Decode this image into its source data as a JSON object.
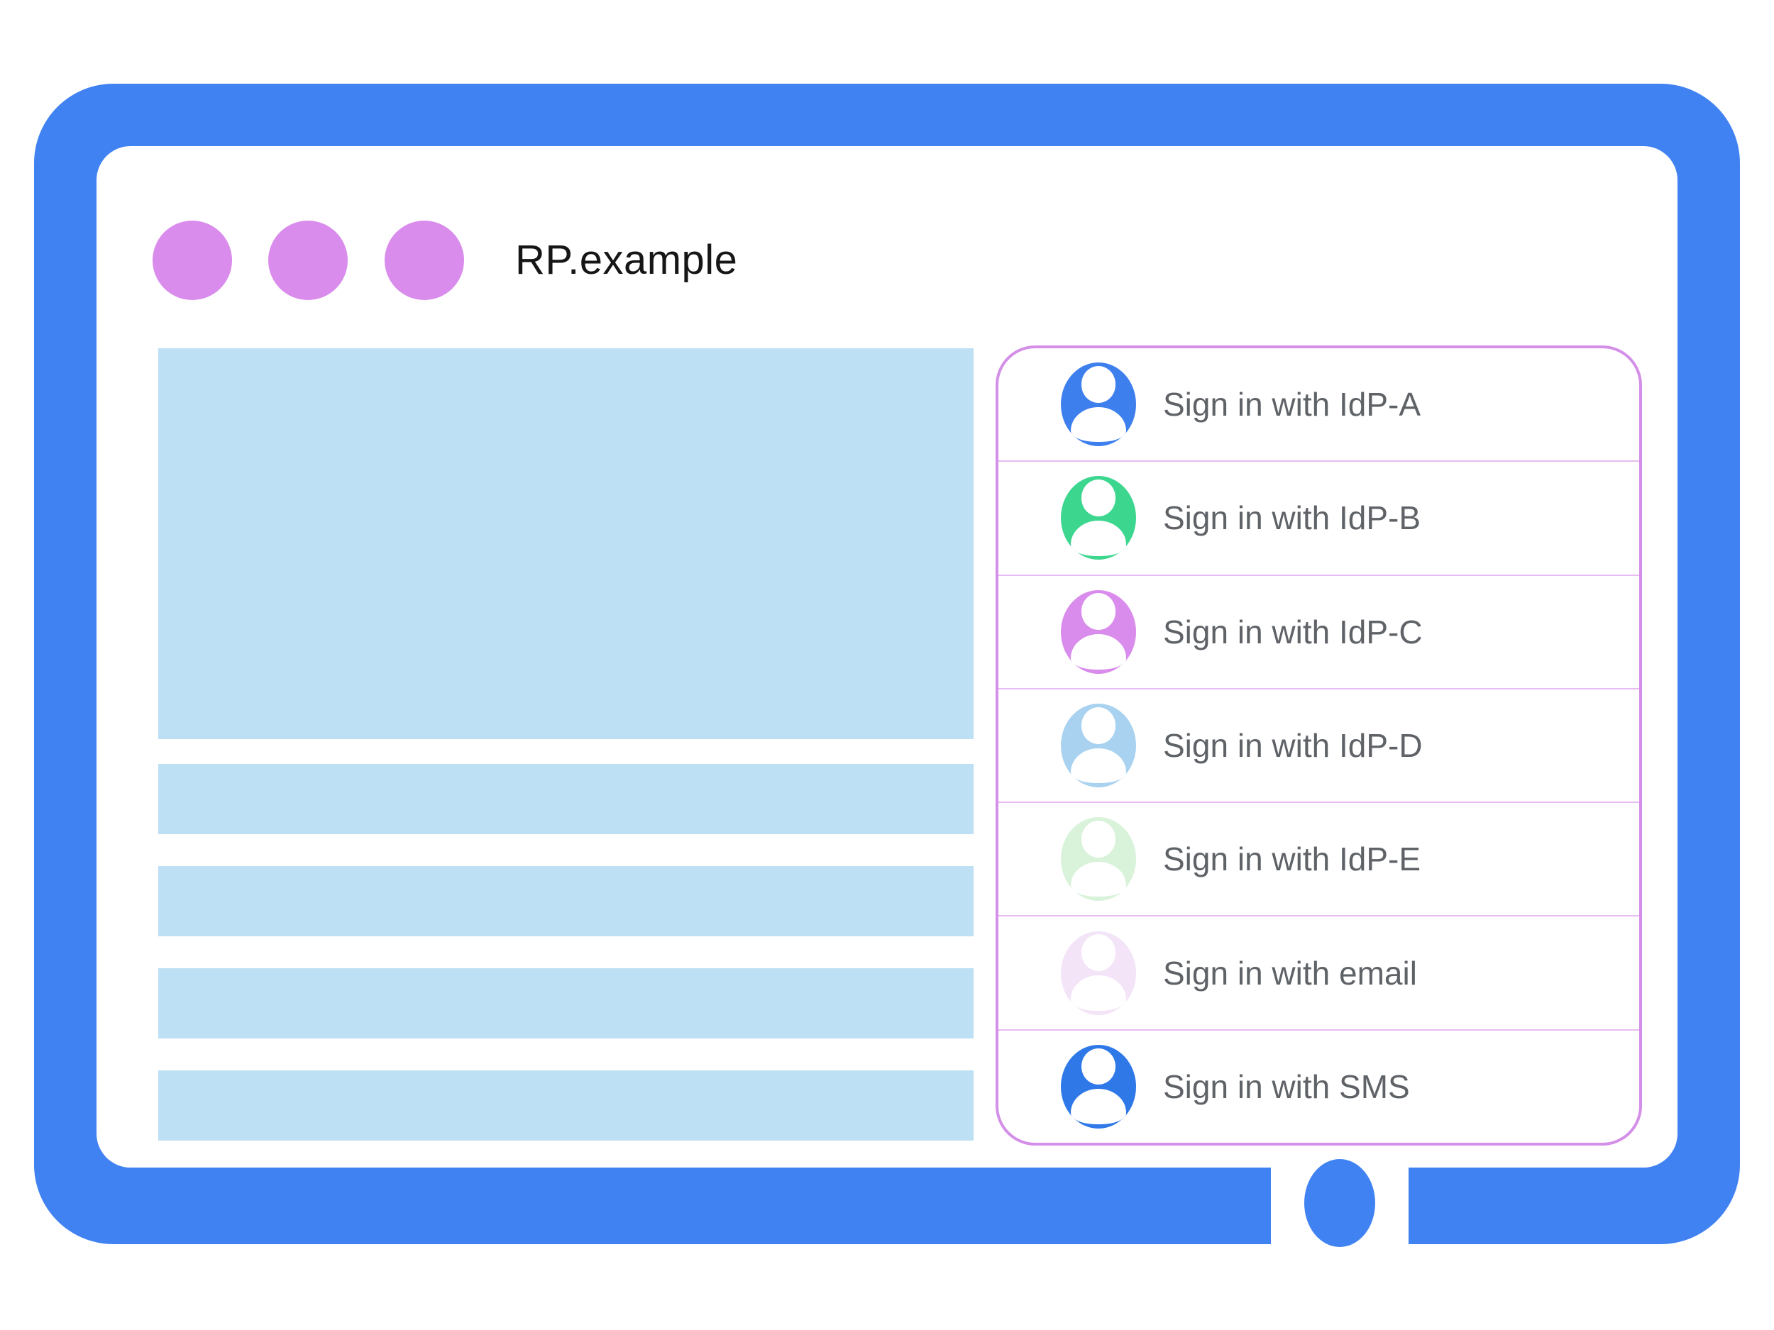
{
  "window": {
    "title": "RP.example",
    "frame_color": "#4182f3",
    "titlebar_dot_color": "#d98cec",
    "placeholder_color": "#bee0f4"
  },
  "signin_panel": {
    "border_color": "#d48fe8",
    "divider_color": "#e7bcf2",
    "label_color": "#5f6368",
    "options": [
      {
        "label": "Sign in with IdP-A",
        "avatar_color": "#3e7fee"
      },
      {
        "label": "Sign in with IdP-B",
        "avatar_color": "#3dd68f"
      },
      {
        "label": "Sign in with IdP-C",
        "avatar_color": "#d98cec"
      },
      {
        "label": "Sign in with IdP-D",
        "avatar_color": "#a8d2f0"
      },
      {
        "label": "Sign in with IdP-E",
        "avatar_color": "#d9f2da"
      },
      {
        "label": "Sign in with email",
        "avatar_color": "#f3e4f8"
      },
      {
        "label": "Sign in with SMS",
        "avatar_color": "#2e78e8"
      }
    ]
  }
}
